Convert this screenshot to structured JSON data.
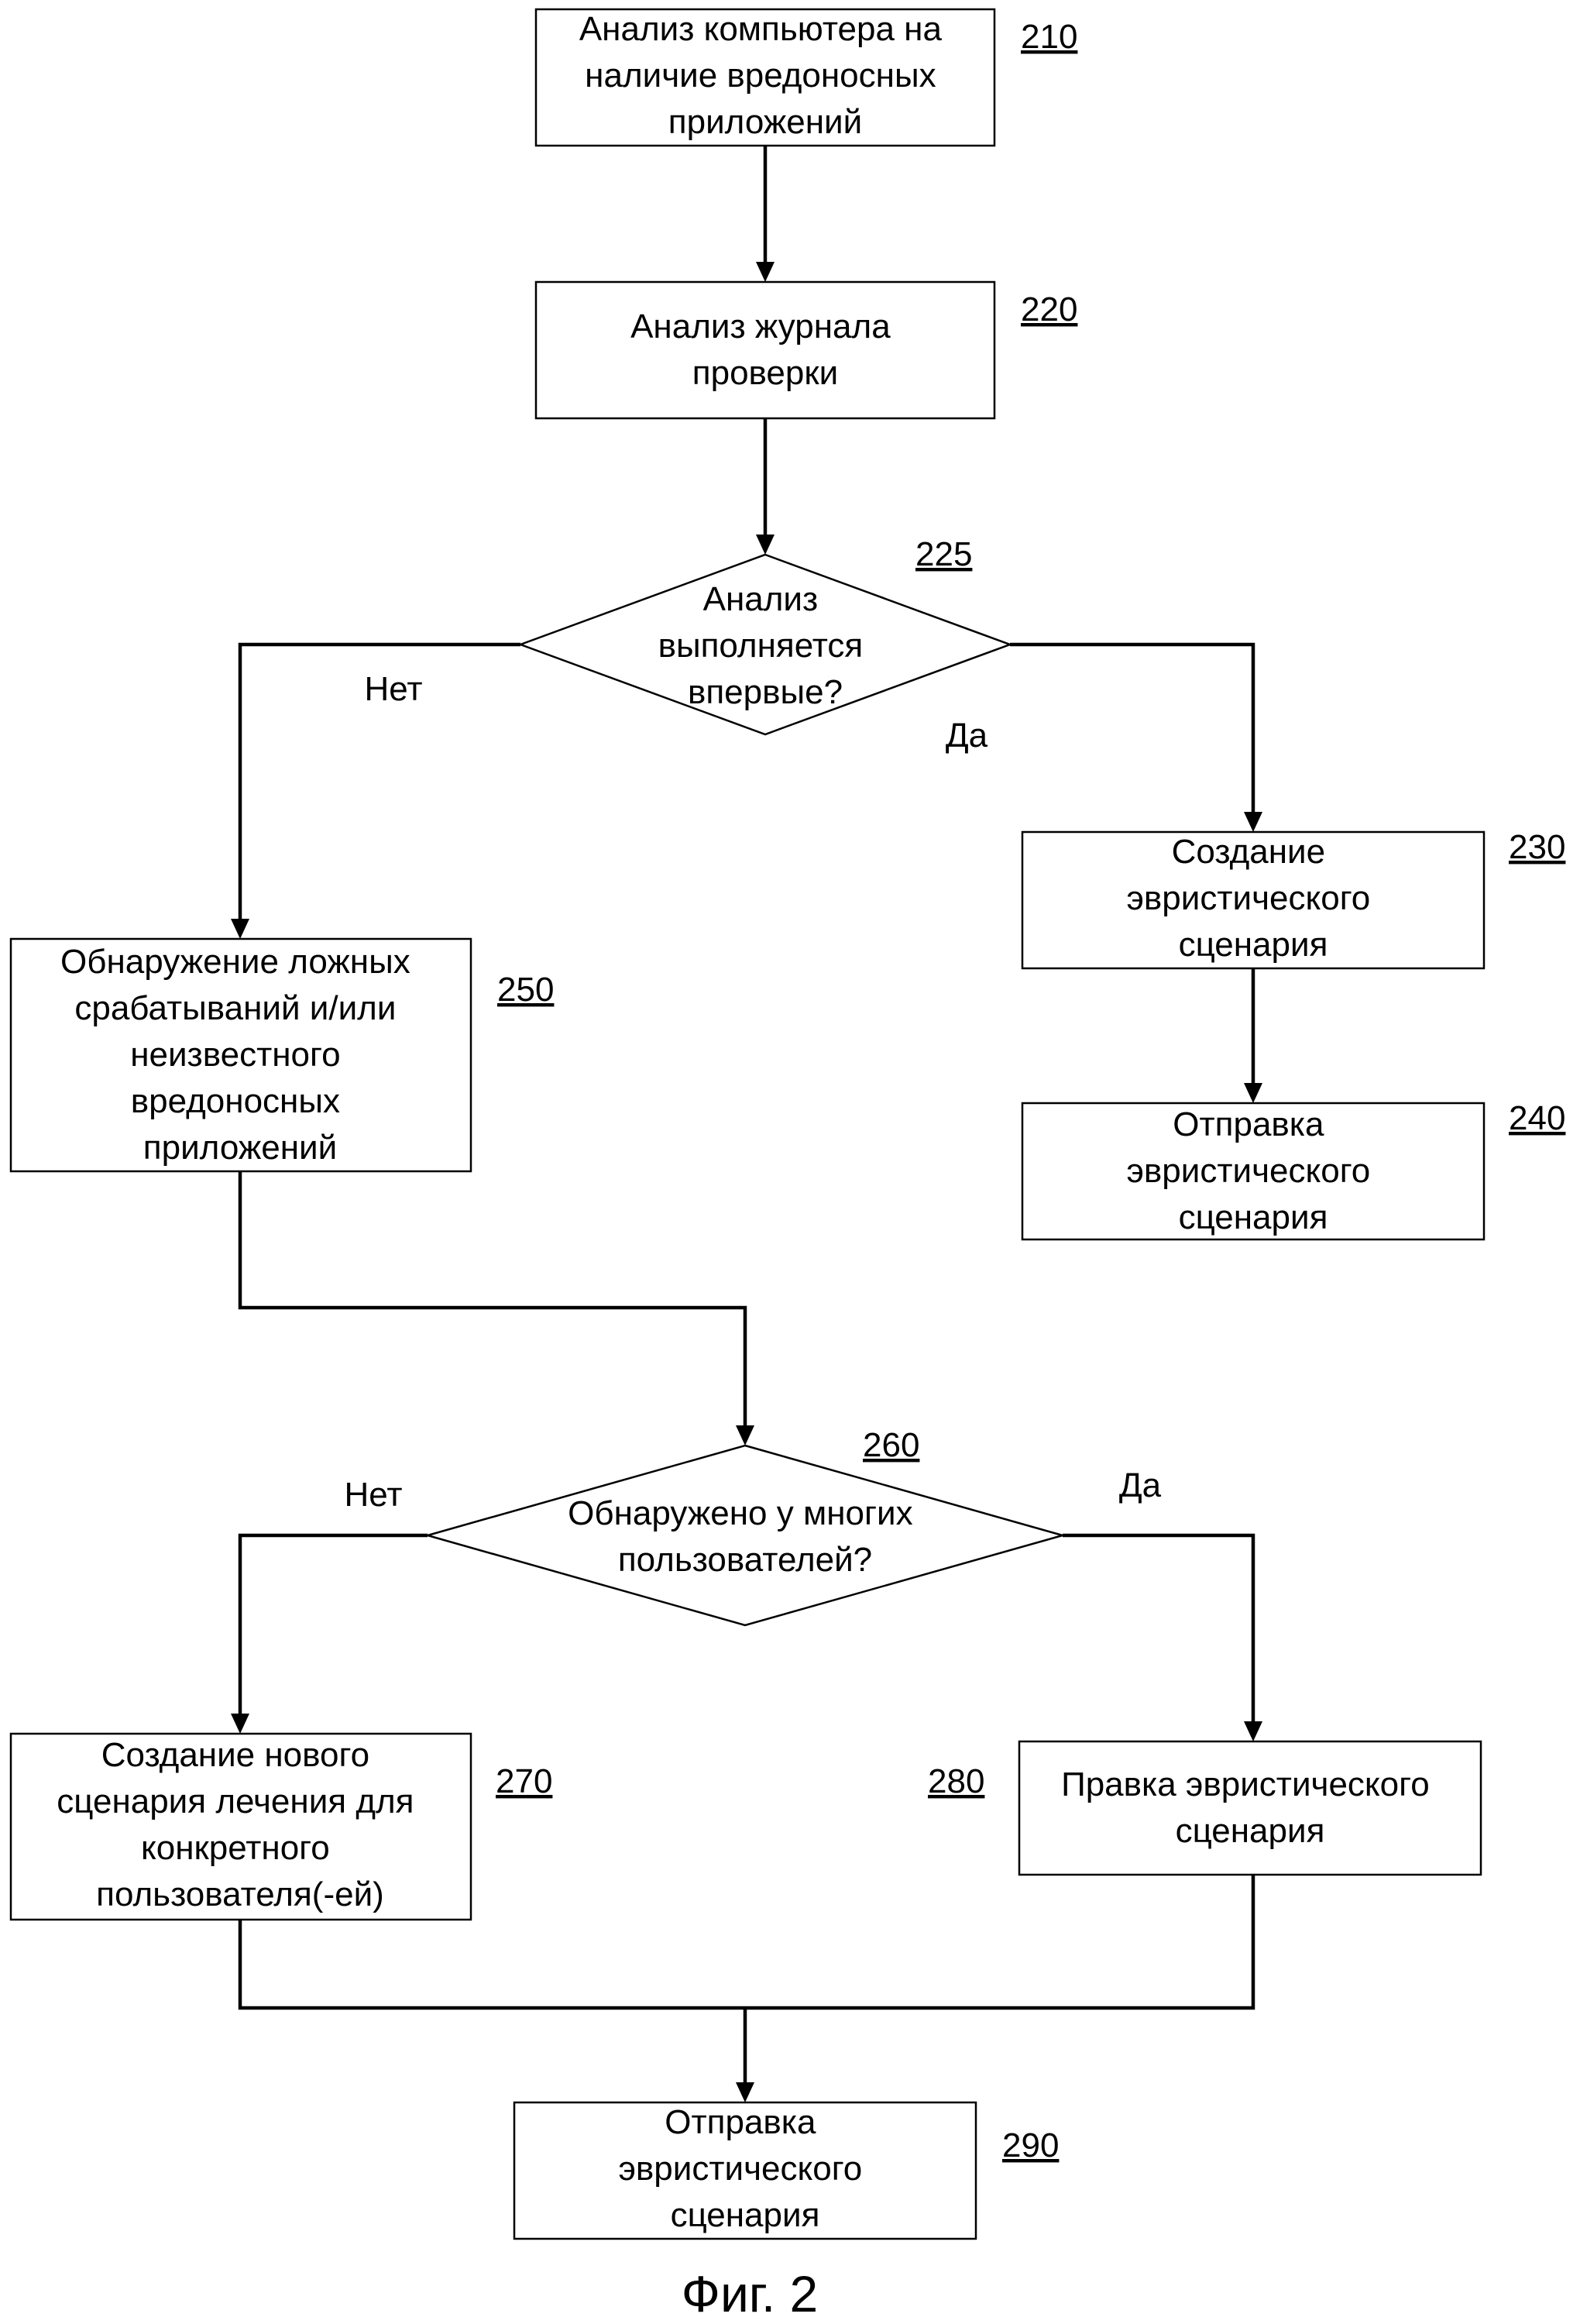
{
  "nodes": [
    {
      "id": "210",
      "ref": "210",
      "lines": [
        "Анализ компьютера на",
        "наличие вредоносных",
        "приложений"
      ]
    },
    {
      "id": "220",
      "ref": "220",
      "lines": [
        "Анализ журнала",
        "проверки"
      ]
    },
    {
      "id": "225",
      "ref": "225",
      "lines": [
        "Анализ",
        "выполняется",
        "впервые?"
      ]
    },
    {
      "id": "230",
      "ref": "230",
      "lines": [
        "Создание",
        "эвристического",
        "сценария"
      ]
    },
    {
      "id": "240",
      "ref": "240",
      "lines": [
        "Отправка",
        "эвристического",
        "сценария"
      ]
    },
    {
      "id": "250",
      "ref": "250",
      "lines": [
        "Обнаружение ложных",
        "срабатываний и/или",
        "неизвестного",
        "вредоносных",
        "приложений"
      ]
    },
    {
      "id": "260",
      "ref": "260",
      "lines": [
        "Обнаружено у многих",
        "пользователей?"
      ]
    },
    {
      "id": "270",
      "ref": "270",
      "lines": [
        "Создание нового",
        "сценария лечения для",
        "конкретного",
        "пользователя(-ей)"
      ]
    },
    {
      "id": "280",
      "ref": "280",
      "lines": [
        "Правка эвристического",
        "сценария"
      ]
    },
    {
      "id": "290",
      "ref": "290",
      "lines": [
        "Отправка",
        "эвристического",
        "сценария"
      ]
    }
  ],
  "edge_labels": {
    "d225_no": "Нет",
    "d225_yes": "Да",
    "d260_no": "Нет",
    "d260_yes": "Да"
  },
  "caption": "Фиг. 2"
}
